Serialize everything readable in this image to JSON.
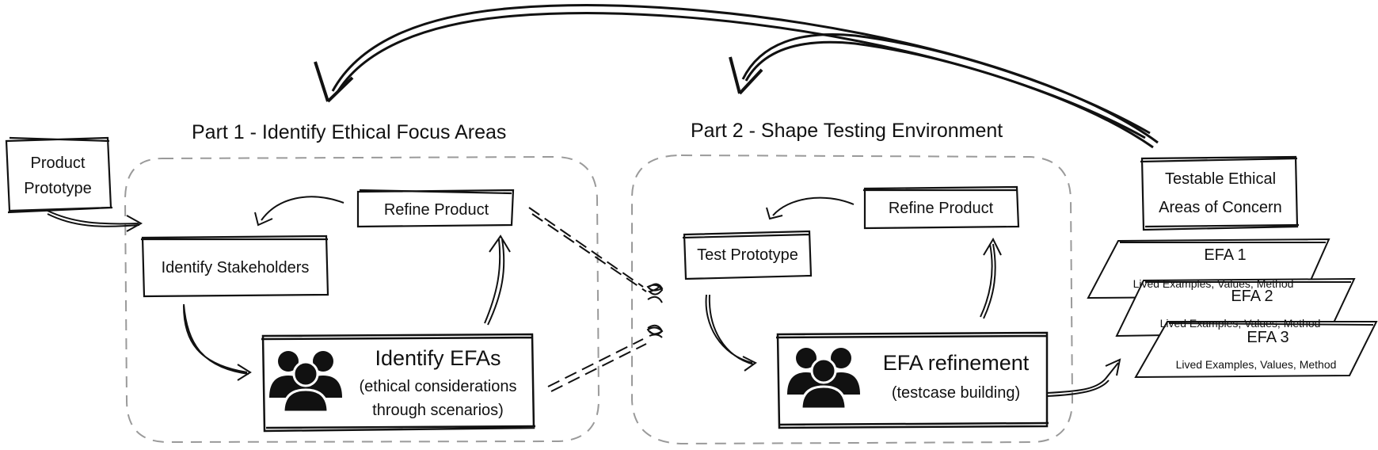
{
  "part1": {
    "title": "Part 1 - Identify Ethical Focus Areas",
    "refine_product": "Refine Product",
    "identify_stakeholders": "Identify Stakeholders",
    "identify_efas": "Identify EFAs",
    "identify_efas_sub1": "(ethical considerations",
    "identify_efas_sub2": "through scenarios)"
  },
  "part2": {
    "title": "Part 2 - Shape Testing Environment",
    "refine_product": "Refine Product",
    "test_prototype": "Test Prototype",
    "efa_refinement": "EFA refinement",
    "efa_refinement_sub": "(testcase building)"
  },
  "product_prototype": {
    "line1": "Product",
    "line2": "Prototype"
  },
  "testable": {
    "line1": "Testable Ethical",
    "line2": "Areas of Concern"
  },
  "efa_cards": [
    {
      "title": "EFA 1",
      "detail": "Lived Examples, Values, Method"
    },
    {
      "title": "EFA 2",
      "detail": "Lived Examples, Values, Method"
    },
    {
      "title": "EFA 3",
      "detail": "Lived Examples, Values, Method"
    }
  ],
  "colors": {
    "stroke": "#111111",
    "dashed": "#9a9a9a"
  }
}
